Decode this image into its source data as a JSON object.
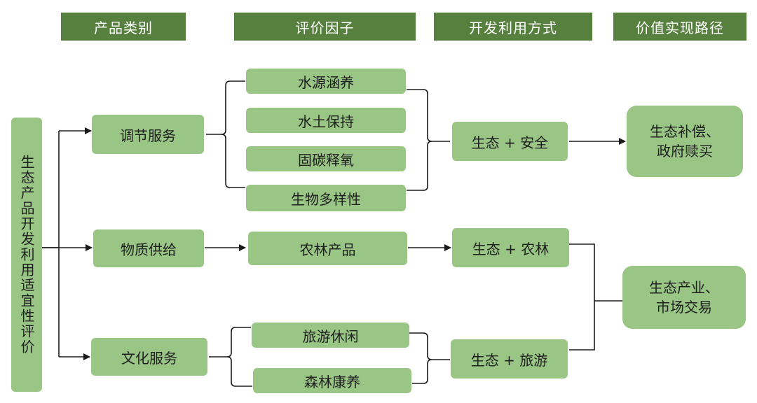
{
  "headers": {
    "category": "产品类别",
    "factor": "评价因子",
    "mode": "开发利用方式",
    "path": "价值实现路径"
  },
  "root": "生态产品开发利用适宜性评价",
  "categories": {
    "regulate": "调节服务",
    "material": "物质供给",
    "culture": "文化服务"
  },
  "factors": {
    "water_conservation": "水源涵养",
    "soil_conservation": "水土保持",
    "carbon_fixation": "固碳释氧",
    "biodiversity": "生物多样性",
    "agri_forest_products": "农林产品",
    "tourism_leisure": "旅游休闲",
    "forest_wellness": "森林康养"
  },
  "modes": {
    "eco_safety": "生态 + 安全",
    "eco_agriforest": "生态 + 农林",
    "eco_tourism": "生态 + 旅游"
  },
  "paths": {
    "compensation": [
      "生态补偿、",
      "政府赎买"
    ],
    "industry": [
      "生态产业、",
      "市场交易"
    ]
  },
  "colors": {
    "header_bg": "#57803f",
    "box_bg": "#99c585",
    "line": "#1a1a1a"
  }
}
